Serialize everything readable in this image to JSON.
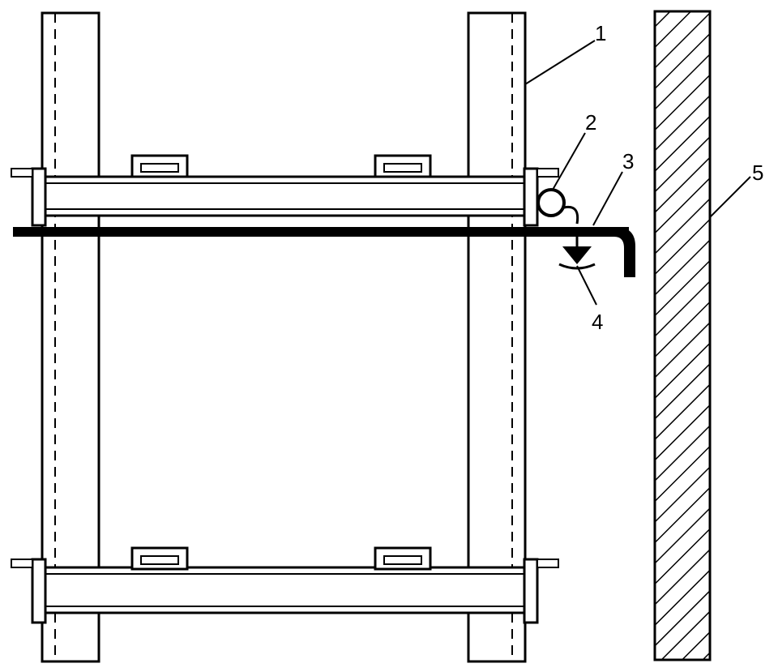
{
  "labels": {
    "callout_1": "1",
    "callout_2": "2",
    "callout_3": "3",
    "callout_4": "4",
    "callout_5": "5"
  }
}
